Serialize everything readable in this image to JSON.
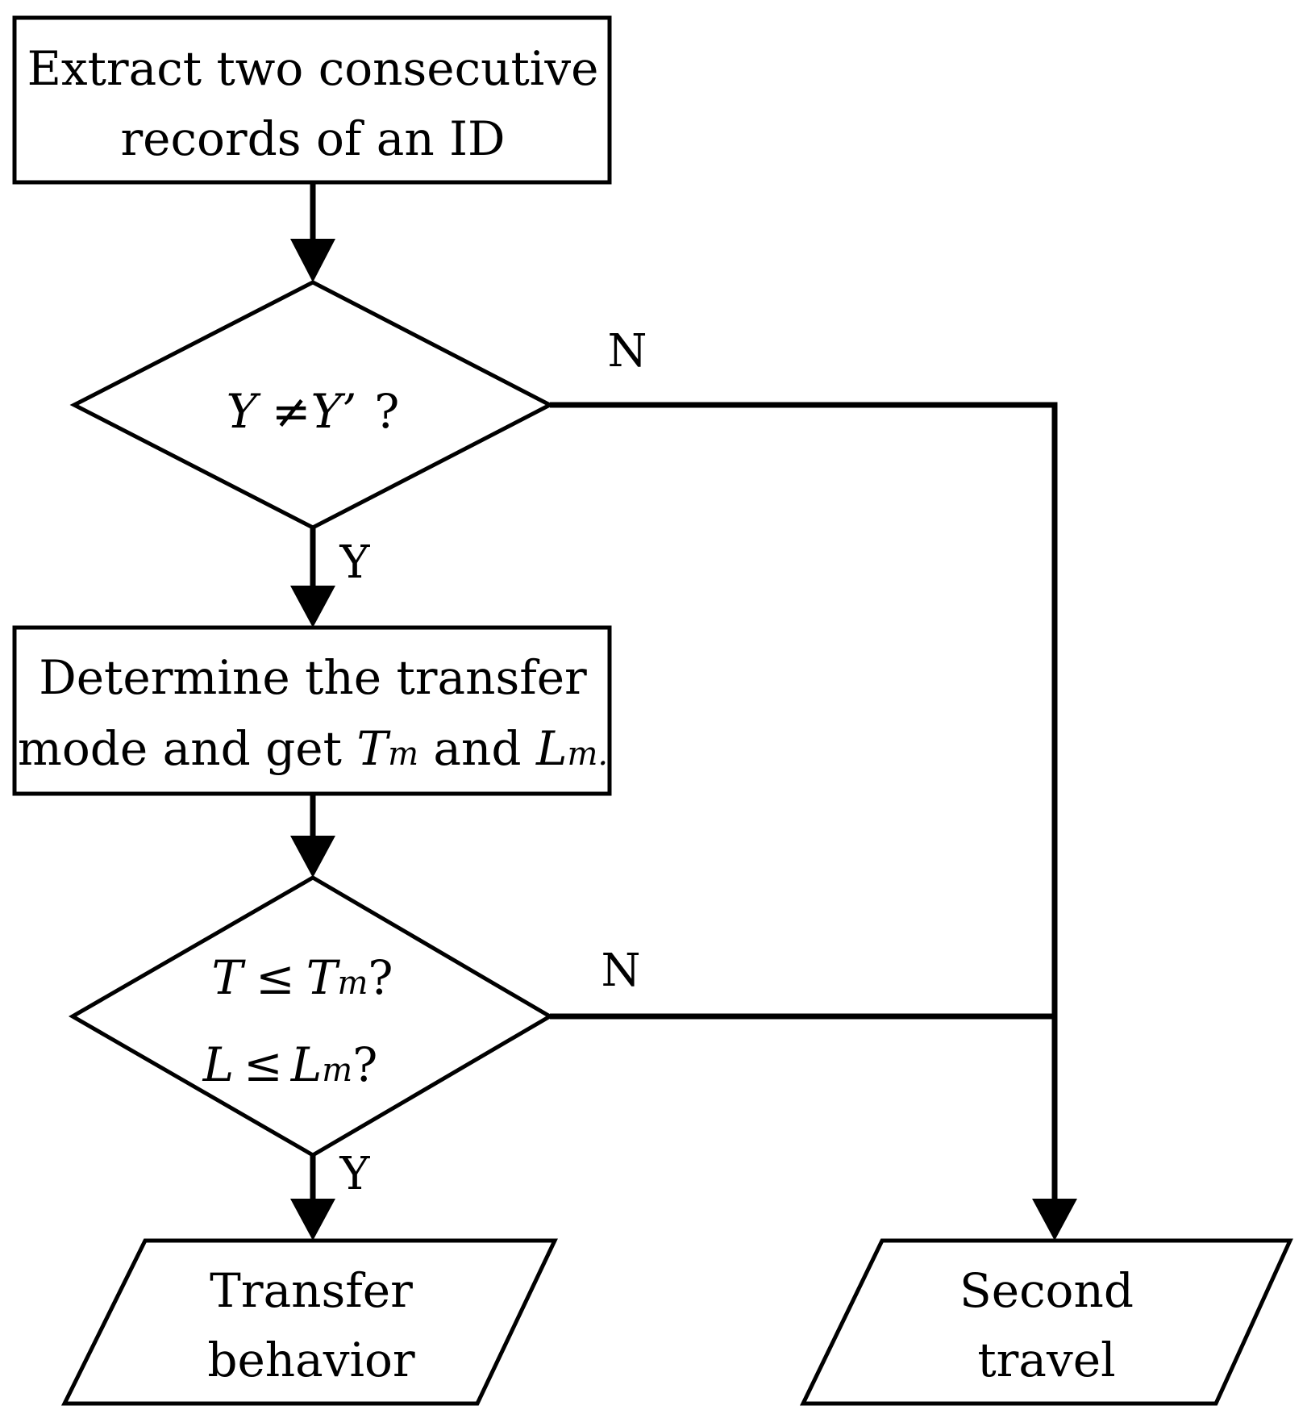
{
  "nodes": {
    "extract": {
      "line1": "Extract two consecutive",
      "line2": "records of an ID"
    },
    "decision_y": {
      "lhs": "Y",
      "op": "≠",
      "rhs": "Y’",
      "q": "?"
    },
    "determine": {
      "line1": "Determine the transfer",
      "line2_a": "mode and get ",
      "t_sym": "T",
      "t_sub": "m",
      "line2_b": " and ",
      "l_sym": "L",
      "l_sub": "m."
    },
    "decision_tl": {
      "t_lhs": "T",
      "t_op": "≤",
      "t_rhs": "T",
      "t_rhs_sub": "m",
      "t_q": "?",
      "l_lhs": "L",
      "l_op": "≤",
      "l_rhs": "L",
      "l_rhs_sub": "m",
      "l_q": "?"
    },
    "transfer": {
      "line1": "Transfer",
      "line2": "behavior"
    },
    "second": {
      "line1": "Second",
      "line2": "travel"
    }
  },
  "edge_labels": {
    "no_1": "N",
    "yes_1": "Y",
    "no_2": "N",
    "yes_2": "Y"
  }
}
